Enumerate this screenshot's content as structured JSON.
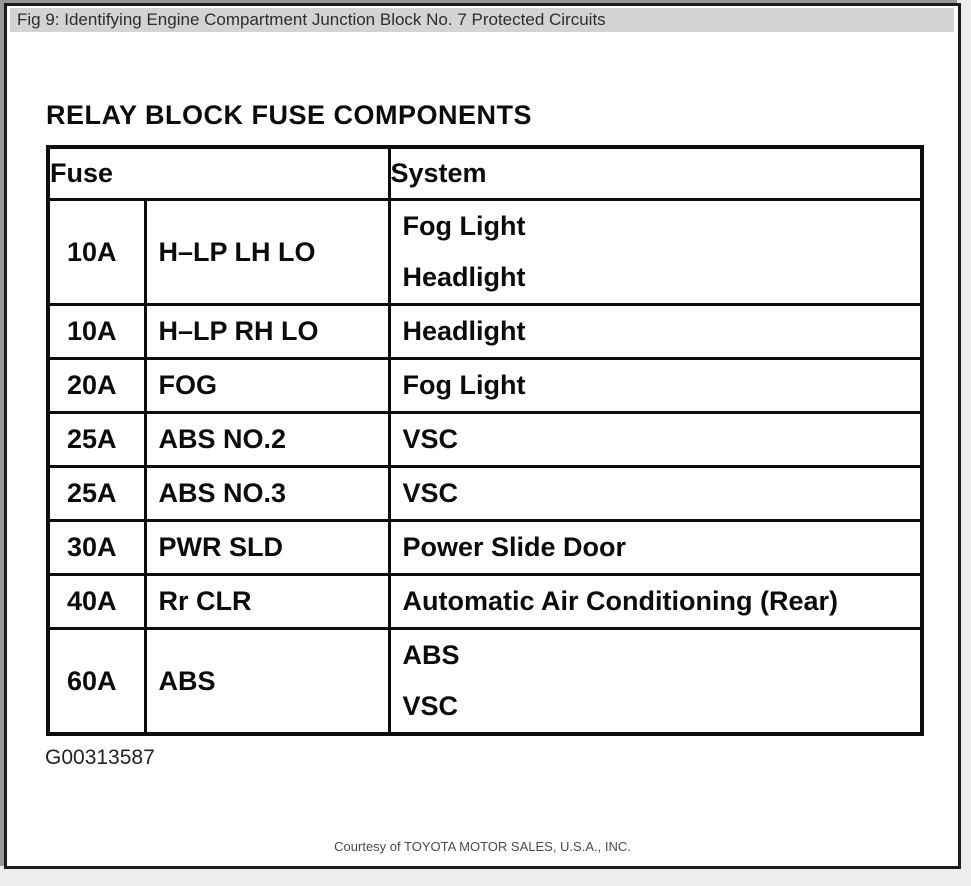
{
  "window": {
    "caption": "Fig 9: Identifying Engine Compartment Junction Block No. 7 Protected Circuits"
  },
  "figure": {
    "title": "RELAY BLOCK FUSE COMPONENTS",
    "figure_id": "G00313587",
    "courtesy": "Courtesy of TOYOTA MOTOR SALES, U.S.A., INC."
  },
  "table": {
    "headers": {
      "fuse": "Fuse",
      "system": "System"
    },
    "rows": [
      {
        "amperage": "10A",
        "fuse_name": "H–LP LH LO",
        "systems": [
          "Fog Light",
          "Headlight"
        ]
      },
      {
        "amperage": "10A",
        "fuse_name": "H–LP RH LO",
        "systems": [
          "Headlight"
        ]
      },
      {
        "amperage": "20A",
        "fuse_name": "FOG",
        "systems": [
          "Fog Light"
        ]
      },
      {
        "amperage": "25A",
        "fuse_name": "ABS NO.2",
        "systems": [
          "VSC"
        ]
      },
      {
        "amperage": "25A",
        "fuse_name": "ABS NO.3",
        "systems": [
          "VSC"
        ]
      },
      {
        "amperage": "30A",
        "fuse_name": "PWR SLD",
        "systems": [
          "Power Slide Door"
        ]
      },
      {
        "amperage": "40A",
        "fuse_name": "Rr CLR",
        "systems": [
          "Automatic Air Conditioning (Rear)"
        ]
      },
      {
        "amperage": "60A",
        "fuse_name": "ABS",
        "systems": [
          "ABS",
          "VSC"
        ]
      }
    ]
  },
  "colors": {
    "caption_bar_bg": "#d3d3d3",
    "caption_text": "#2d2d2d",
    "ink": "#0d0d0d",
    "courtesy_text": "#4a4a4a",
    "window_border": "#1c1c1c"
  }
}
